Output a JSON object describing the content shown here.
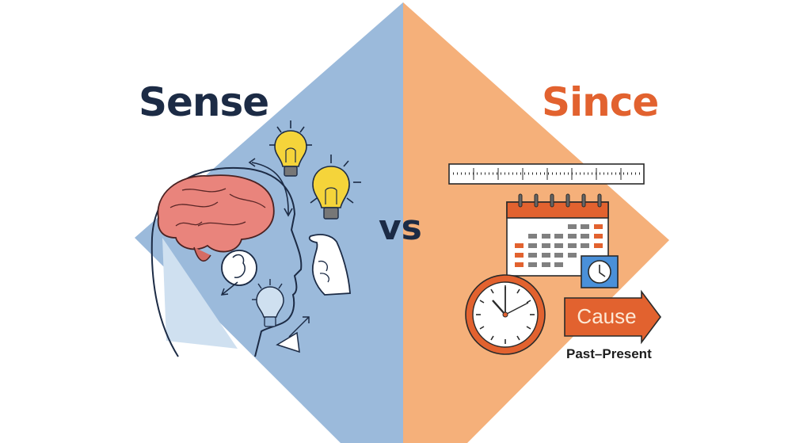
{
  "left": {
    "title": "Sense",
    "color": "#1c2b45",
    "panel_color": "#9bbadb",
    "icons": [
      "head-silhouette-icon",
      "brain-icon",
      "lightbulb-icon",
      "lightbulb-icon",
      "lightbulb-outline-icon",
      "hand-icon",
      "cycle-arrow-icon"
    ]
  },
  "center": {
    "label": "vs"
  },
  "right": {
    "title": "Since",
    "color": "#e2622f",
    "panel_color": "#f5b07a",
    "icons": [
      "ruler-timeline-icon",
      "calendar-icon",
      "small-clock-icon",
      "wall-clock-icon",
      "arrow-tag-icon"
    ],
    "arrow_label": "Cause",
    "caption": "Past–Present"
  }
}
